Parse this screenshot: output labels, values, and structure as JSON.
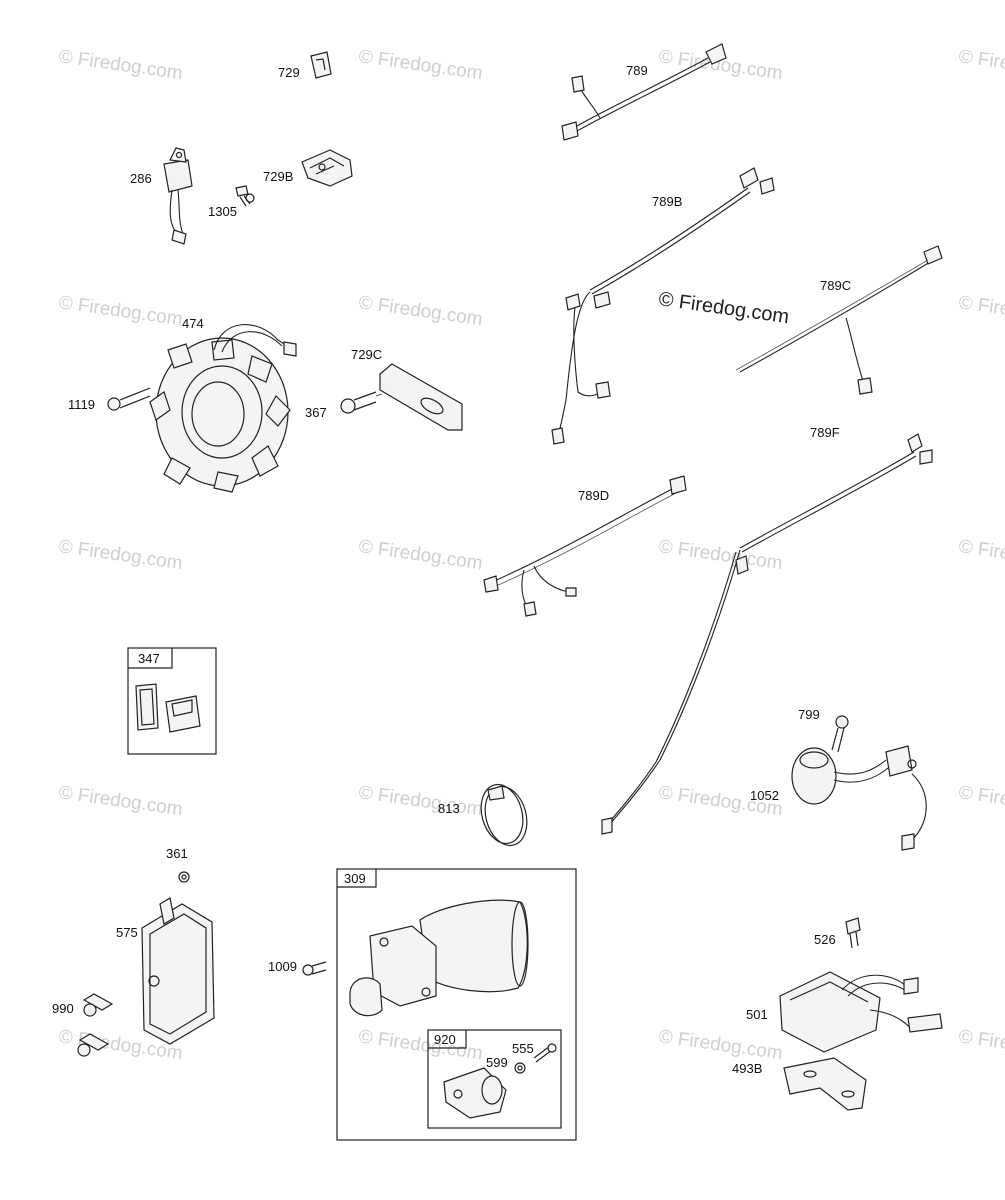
{
  "watermark": {
    "tile_text": "© Firedog.com",
    "main_text": "© Firedog.com"
  },
  "parts": {
    "p729": "729",
    "p286": "286",
    "p1305": "1305",
    "p729B": "729B",
    "p474": "474",
    "p1119": "1119",
    "p729C": "729C",
    "p367": "367",
    "p789": "789",
    "p789B": "789B",
    "p789C": "789C",
    "p789D": "789D",
    "p789F": "789F",
    "p347": "347",
    "p813": "813",
    "p799": "799",
    "p1052": "1052",
    "p361": "361",
    "p575": "575",
    "p990": "990",
    "p1009": "1009",
    "p309": "309",
    "p920": "920",
    "p555": "555",
    "p599": "599",
    "p526": "526",
    "p501": "501",
    "p493B": "493B"
  }
}
